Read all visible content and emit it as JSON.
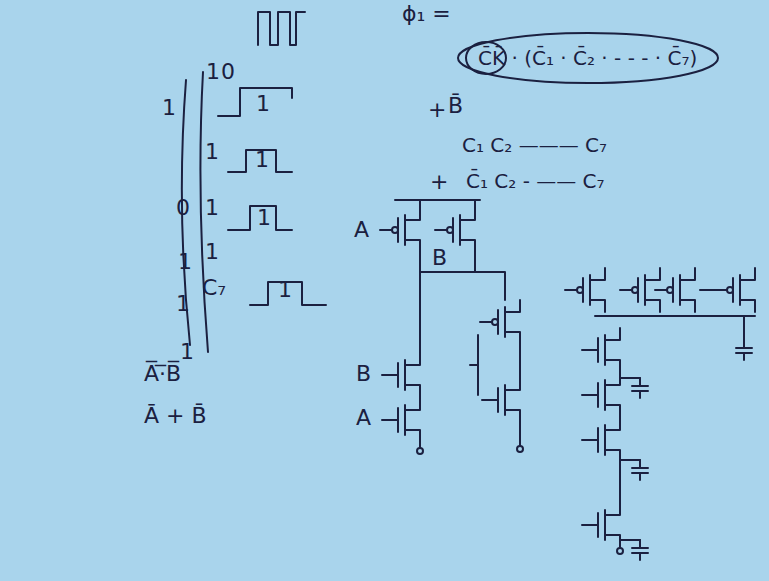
{
  "diagram": {
    "nodes": [
      {
        "text": [
          "C̄K̄ · (C̄₁ · C̄₂ · - - - · C̄₇)"
        ]
      }
    ],
    "labels": [
      "ϕ₁ =",
      "+",
      "B̄",
      "C₁ C₂ ——— C₇",
      "+",
      "C̄₁ C₂ - —— C₇",
      "1",
      "0",
      "1",
      "1",
      "1",
      "1",
      "0",
      "1",
      "1",
      "1",
      "C₇",
      "1",
      "1",
      "1",
      "1",
      "A̅·̅B̅",
      "Ā + B̄",
      "A",
      "B",
      "B",
      "A"
    ]
  }
}
